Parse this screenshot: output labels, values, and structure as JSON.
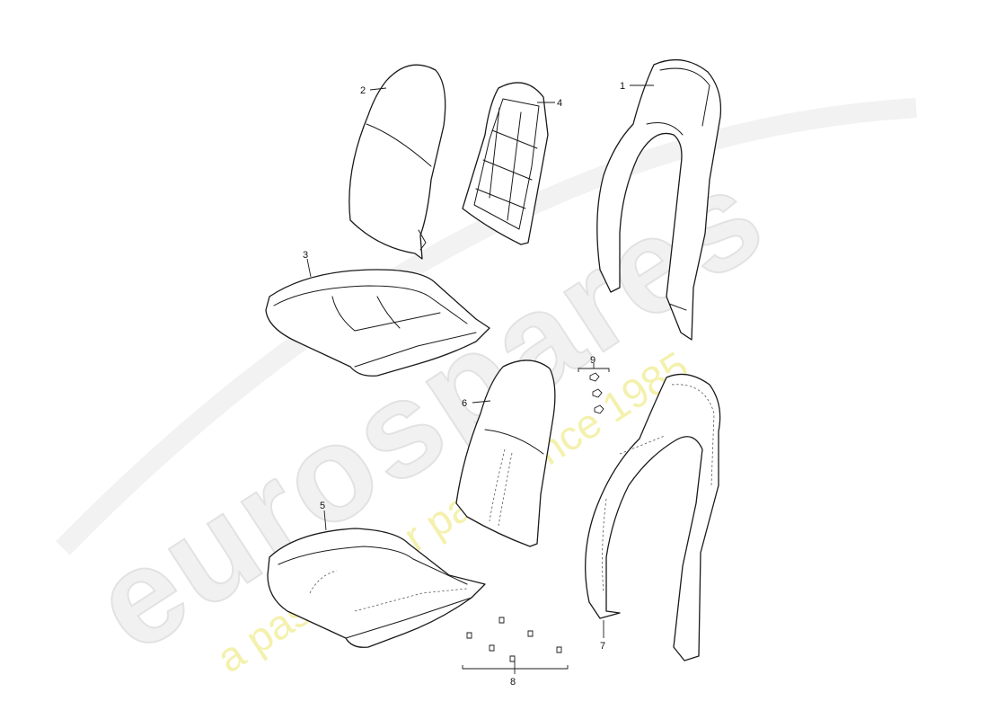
{
  "watermark": {
    "brand": "eurospares",
    "tagline": "a passion for parts since 1985"
  },
  "diagram": {
    "parts": [
      {
        "id": "part-1",
        "label": "1"
      },
      {
        "id": "part-2",
        "label": "2"
      },
      {
        "id": "part-3",
        "label": "3"
      },
      {
        "id": "part-4",
        "label": "4"
      },
      {
        "id": "part-5",
        "label": "5"
      },
      {
        "id": "part-6",
        "label": "6"
      },
      {
        "id": "part-7",
        "label": "7"
      },
      {
        "id": "part-8",
        "label": "8"
      },
      {
        "id": "part-9",
        "label": "9"
      }
    ]
  }
}
